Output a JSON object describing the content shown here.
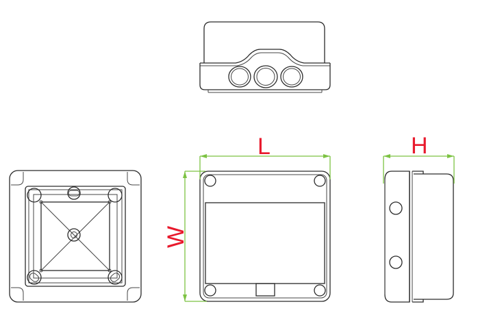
{
  "diagram": {
    "title": "Enclosure box dimension drawing",
    "views": [
      {
        "id": "front-view",
        "description": "Front view with three cable gland holes"
      },
      {
        "id": "back-view",
        "description": "Back/bottom view with X-bracing and mounting holes"
      },
      {
        "id": "top-view",
        "description": "Top view with four corner screws and label window"
      },
      {
        "id": "side-view",
        "description": "Side view with two knockouts"
      }
    ],
    "dimensions": {
      "length_label": "L",
      "width_label": "W",
      "height_label": "H"
    },
    "colors": {
      "outline": "#2a2a2a",
      "dimension_line": "#7cc242",
      "dimension_label": "#e8192c"
    }
  }
}
